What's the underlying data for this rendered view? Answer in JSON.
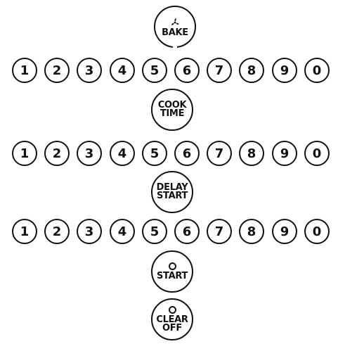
{
  "bake": {
    "label": "BAKE",
    "icon": "fan-icon"
  },
  "cook_time": {
    "line1": "COOK",
    "line2": "TIME"
  },
  "delay_start": {
    "line1": "DELAY",
    "line2": "START"
  },
  "start": {
    "label": "START",
    "icon": "dot-icon"
  },
  "clear_off": {
    "line1": "CLEAR",
    "line2": "OFF",
    "icon": "dot-icon"
  },
  "keypad_rows": [
    [
      "1",
      "2",
      "3",
      "4",
      "5",
      "6",
      "7",
      "8",
      "9",
      "0"
    ],
    [
      "1",
      "2",
      "3",
      "4",
      "5",
      "6",
      "7",
      "8",
      "9",
      "0"
    ],
    [
      "1",
      "2",
      "3",
      "4",
      "5",
      "6",
      "7",
      "8",
      "9",
      "0"
    ]
  ]
}
